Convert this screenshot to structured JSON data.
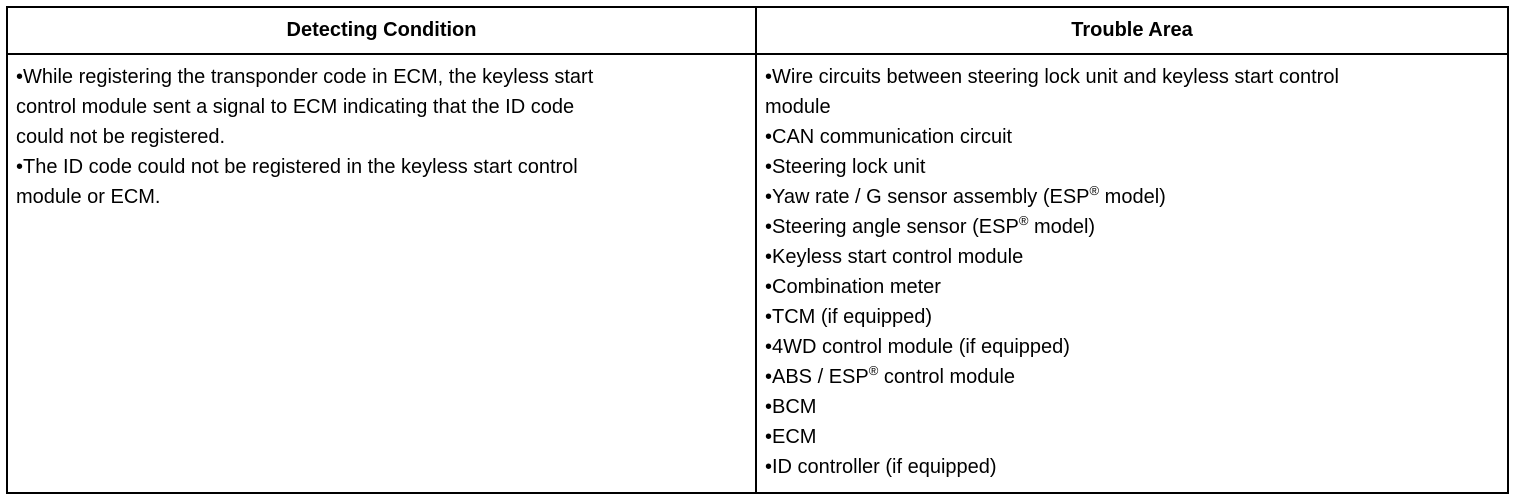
{
  "table": {
    "header": {
      "col1": "Detecting Condition",
      "col2": "Trouble Area"
    },
    "detecting_lines": [
      "•While registering the transponder code in ECM, the keyless start",
      "control module sent a signal to ECM indicating that the ID code",
      "could not be registered.",
      "•The ID code could not be registered in the keyless start control",
      "module or ECM."
    ],
    "trouble_lines": [
      {
        "pre": "•Wire circuits between steering lock unit and keyless start control",
        "sup": "",
        "post": ""
      },
      {
        "pre": "module",
        "sup": "",
        "post": ""
      },
      {
        "pre": "•CAN communication circuit",
        "sup": "",
        "post": ""
      },
      {
        "pre": "•Steering lock unit",
        "sup": "",
        "post": ""
      },
      {
        "pre": "•Yaw rate / G sensor assembly (ESP",
        "sup": "®",
        "post": " model)"
      },
      {
        "pre": "•Steering angle sensor (ESP",
        "sup": "®",
        "post": " model)"
      },
      {
        "pre": "•Keyless start control module",
        "sup": "",
        "post": ""
      },
      {
        "pre": "•Combination meter",
        "sup": "",
        "post": ""
      },
      {
        "pre": "•TCM (if equipped)",
        "sup": "",
        "post": ""
      },
      {
        "pre": "•4WD control module (if equipped)",
        "sup": "",
        "post": ""
      },
      {
        "pre": "•ABS / ESP",
        "sup": "®",
        "post": " control module"
      },
      {
        "pre": "•BCM",
        "sup": "",
        "post": ""
      },
      {
        "pre": "•ECM",
        "sup": "",
        "post": ""
      },
      {
        "pre": "•ID controller (if equipped)",
        "sup": "",
        "post": ""
      }
    ]
  }
}
